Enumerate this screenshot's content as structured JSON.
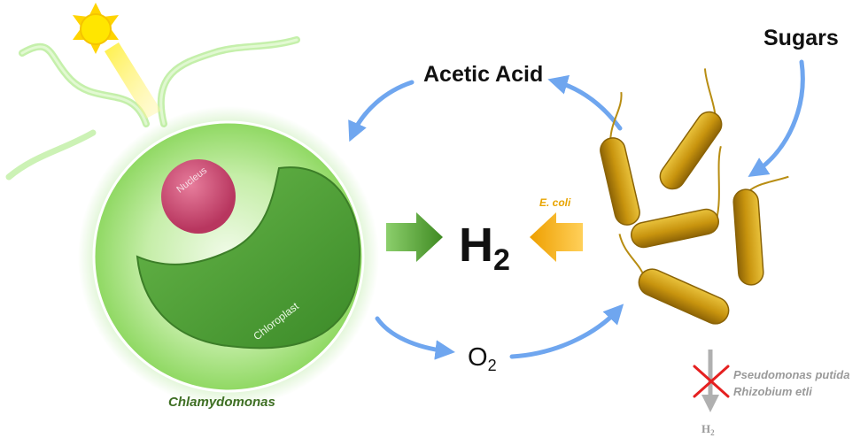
{
  "labels": {
    "sugars": "Sugars",
    "acetic_acid": "Acetic Acid",
    "h2_main": "H",
    "h2_main_sub": "2",
    "o2": "O",
    "o2_sub": "2",
    "ecoli": "E. coli",
    "nucleus": "Nucleus",
    "chloroplast": "Chloroplast",
    "chlamydomonas": "Chlamydomonas",
    "pseudomonas": "Pseudomonas putida",
    "rhizobium": "Rhizobium etli",
    "h2_small": "H",
    "h2_small_sub": "2"
  },
  "colors": {
    "cell_green": "#9be07a",
    "chloroplast_green": "#4f9e36",
    "nucleus_pink": "#c8456e",
    "bacteria_gold": "#c8940e",
    "sun_yellow": "#ffe600",
    "flow_arrow_blue": "#6fa6ef",
    "ecoli_arrow_orange": "#f0a800",
    "algae_arrow_green": "#4f9a2c",
    "blocked_red": "#e52020",
    "muted_gray": "#9a9a9a"
  },
  "icons": {
    "sun": "sun-icon",
    "blocked": "cross-icon"
  }
}
